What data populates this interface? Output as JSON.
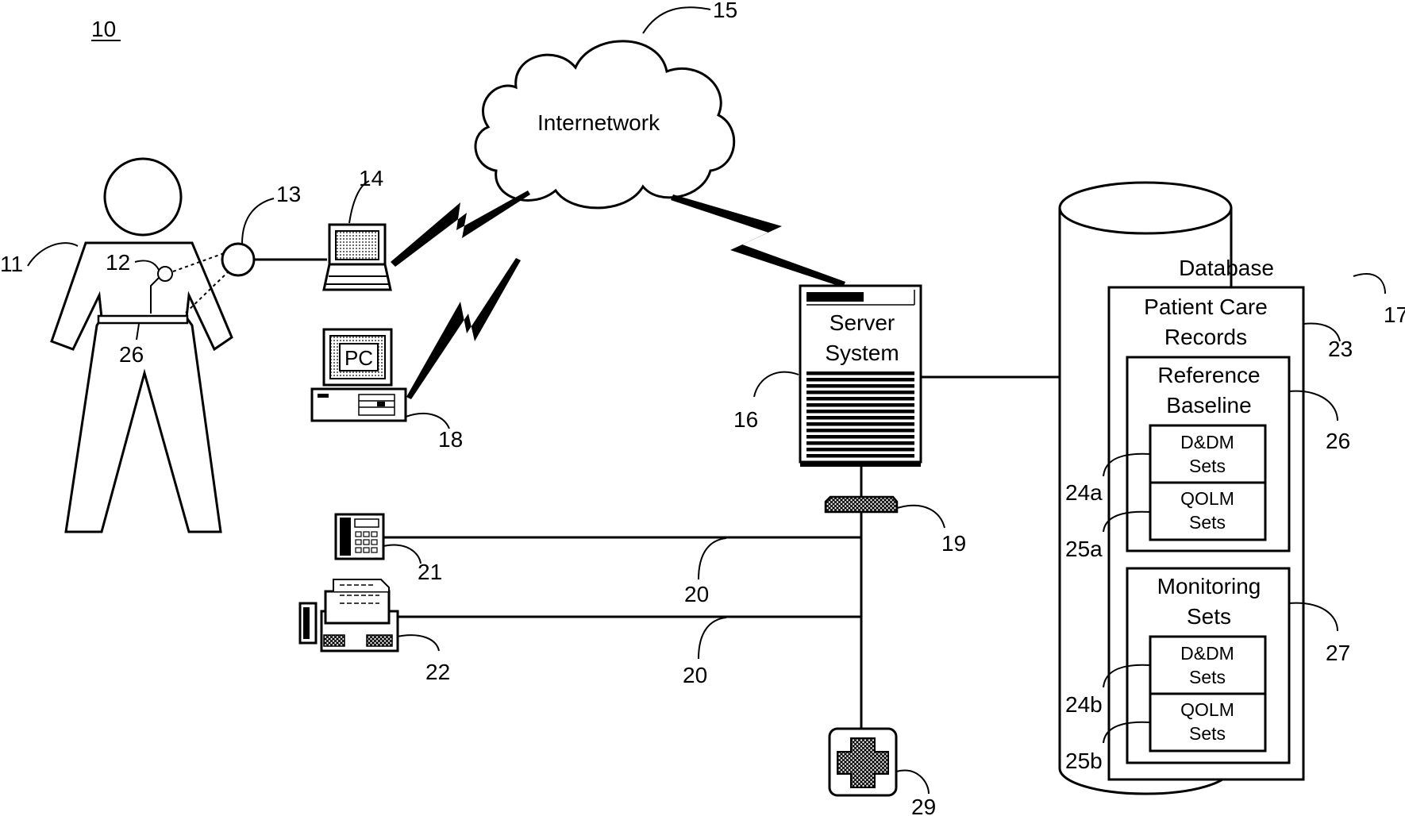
{
  "figure_number": "10",
  "cloud": {
    "label": "Internetwork",
    "ref": "15"
  },
  "patient": {
    "ref": "11",
    "sensor_ref": "12",
    "belt_ref": "26"
  },
  "monitor": {
    "ref": "13"
  },
  "laptop": {
    "ref": "14"
  },
  "pc": {
    "label": "PC",
    "ref": "18"
  },
  "server": {
    "label_line1": "Server",
    "label_line2": "System",
    "ref": "16"
  },
  "modem": {
    "ref": "19"
  },
  "telephone": {
    "ref": "21"
  },
  "fax": {
    "ref": "22"
  },
  "lines": {
    "ref_upper": "20",
    "ref_lower": "20"
  },
  "hospital": {
    "ref": "29"
  },
  "database": {
    "label": "Database",
    "ref": "17",
    "records": {
      "label_line1": "Patient Care",
      "label_line2": "Records",
      "ref": "23"
    },
    "reference": {
      "label_line1": "Reference",
      "label_line2": "Baseline",
      "ref": "26",
      "ddm": {
        "line1": "D&DM",
        "line2": "Sets",
        "ref": "24a"
      },
      "qolm": {
        "line1": "QOLM",
        "line2": "Sets",
        "ref": "25a"
      }
    },
    "monitoring": {
      "label_line1": "Monitoring",
      "label_line2": "Sets",
      "ref": "27",
      "ddm": {
        "line1": "D&DM",
        "line2": "Sets",
        "ref": "24b"
      },
      "qolm": {
        "line1": "QOLM",
        "line2": "Sets",
        "ref": "25b"
      }
    }
  }
}
